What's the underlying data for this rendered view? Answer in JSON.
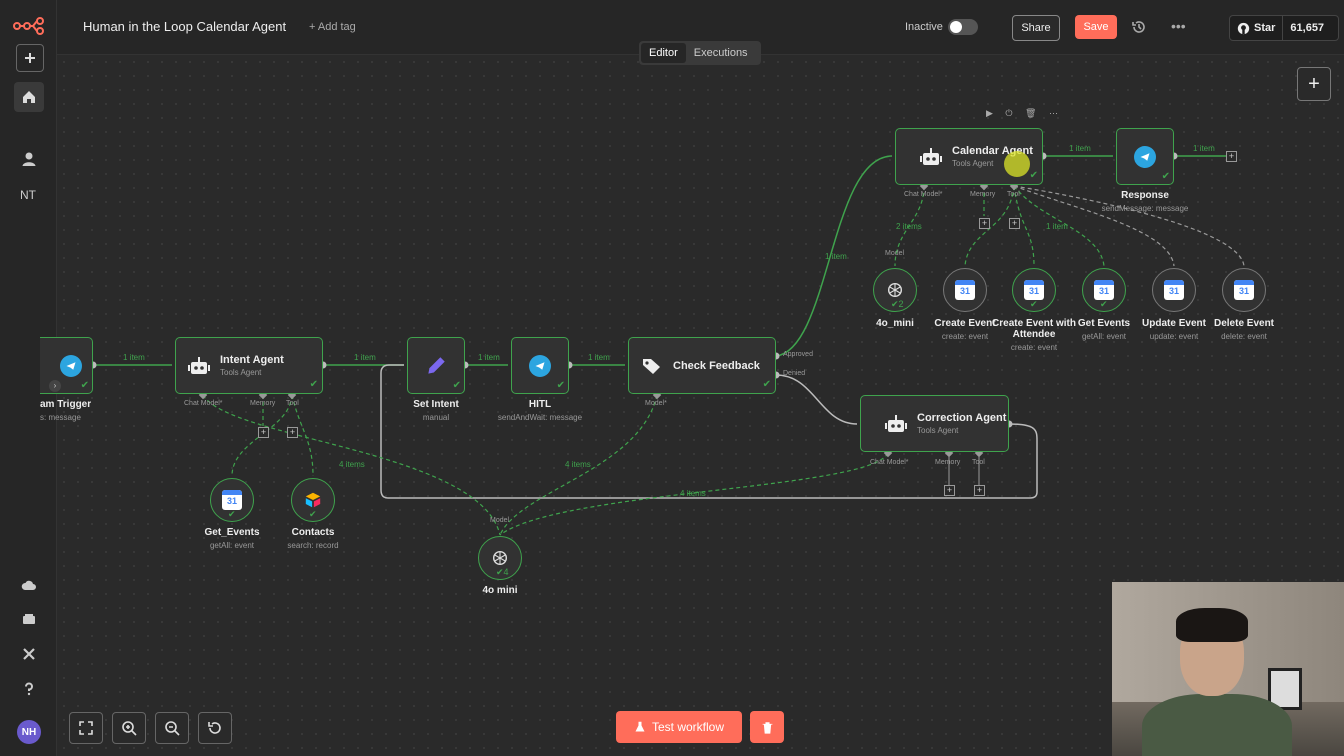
{
  "header": {
    "title": "Human in the Loop Calendar Agent",
    "add_tag": "+ Add tag",
    "status_label": "Inactive",
    "share_label": "Share",
    "save_label": "Save",
    "github_star_label": "Star",
    "github_star_count": "61,657"
  },
  "sidebar": {
    "initials": "NT",
    "avatar": "NH"
  },
  "tabs": [
    {
      "label": "Editor",
      "active": true
    },
    {
      "label": "Executions",
      "active": false
    }
  ],
  "nodes": {
    "chat_trigger": {
      "title": "am Trigger",
      "subtitle": "s: message"
    },
    "intent_agent": {
      "title": "Intent Agent",
      "subtitle": "Tools Agent"
    },
    "set_intent": {
      "title": "Set Intent",
      "subtitle": "manual"
    },
    "hitl": {
      "title": "HITL",
      "subtitle": "sendAndWait: message"
    },
    "check_feedback": {
      "title": "Check Feedback",
      "out_approved": "Approved",
      "out_denied": "Denied"
    },
    "calendar_agent": {
      "title": "Calendar Agent",
      "subtitle": "Tools Agent"
    },
    "response": {
      "title": "Response",
      "subtitle": "sendMessage: message"
    },
    "correction_agent": {
      "title": "Correction Agent",
      "subtitle": "Tools Agent"
    },
    "model_4o_mini_top": {
      "title": "4o_mini",
      "badge": "2"
    },
    "create_event": {
      "title": "Create Event",
      "subtitle": "create: event"
    },
    "create_event_attendee": {
      "title": "Create Event with Attendee",
      "subtitle": "create: event"
    },
    "get_events": {
      "title": "Get Events",
      "subtitle": "getAll: event"
    },
    "update_event": {
      "title": "Update Event",
      "subtitle": "update: event"
    },
    "delete_event": {
      "title": "Delete Event",
      "subtitle": "delete: event"
    },
    "get_events_left": {
      "title": "Get_Events",
      "subtitle": "getAll: event"
    },
    "contacts": {
      "title": "Contacts",
      "subtitle": "search: record"
    },
    "model_4o_mini_bottom": {
      "title": "4o mini",
      "badge": "4"
    }
  },
  "ports": {
    "chat_model": "Chat Model*",
    "memory": "Memory",
    "tool": "Tool",
    "model": "Model",
    "model_req": "Model*"
  },
  "edge_labels": {
    "one_item": "1 item",
    "two_items": "2 items",
    "four_items": "4 items"
  },
  "footer": {
    "test_workflow": "Test workflow"
  },
  "colors": {
    "accent": "#ff6d5a",
    "success": "#3fa34d",
    "background": "#2a2a2a"
  }
}
